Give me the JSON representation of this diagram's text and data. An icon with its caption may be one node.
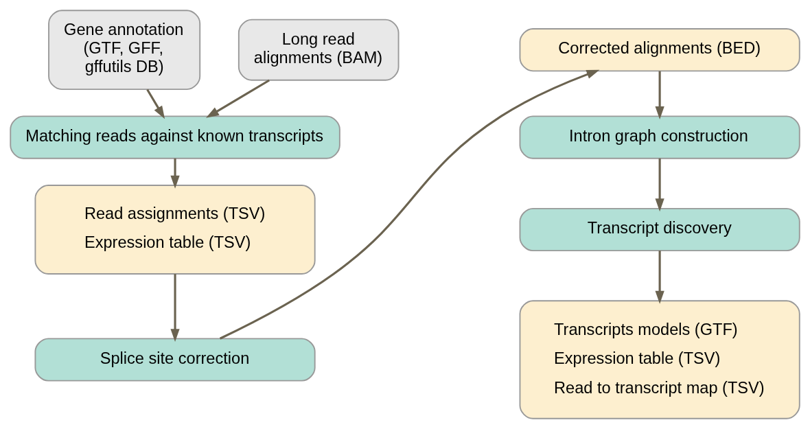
{
  "diagram": {
    "nodes": [
      {
        "text": [
          "Gene annotation (GTF, GFF, gffutils DB)"
        ]
      },
      {
        "text": [
          "Long read alignments (BAM)"
        ]
      },
      {
        "text": [
          "Matching reads against known transcripts"
        ]
      },
      {
        "text": [
          "Read assignments (TSV)",
          "Expression table (TSV)"
        ]
      },
      {
        "text": [
          "Splice site correction"
        ]
      },
      {
        "text": [
          "Corrected alignments (BED)"
        ]
      },
      {
        "text": [
          "Intron graph construction"
        ]
      },
      {
        "text": [
          "Transcript discovery"
        ]
      },
      {
        "text": [
          "Transcripts models (GTF)",
          "Expression table (TSV)",
          "Read to transcript map (TSV)"
        ]
      }
    ],
    "edges": [
      {
        "from": 0,
        "to": 2,
        "arrow": "to"
      },
      {
        "from": 1,
        "to": 2,
        "arrow": "to"
      },
      {
        "from": 2,
        "to": 3,
        "arrow": "to"
      },
      {
        "from": 3,
        "to": 4,
        "arrow": "to"
      },
      {
        "from": 4,
        "to": 5,
        "arrow": "to"
      },
      {
        "from": 5,
        "to": 6,
        "arrow": "to"
      },
      {
        "from": 6,
        "to": 7,
        "arrow": "to"
      },
      {
        "from": 7,
        "to": 8,
        "arrow": "to"
      }
    ]
  }
}
